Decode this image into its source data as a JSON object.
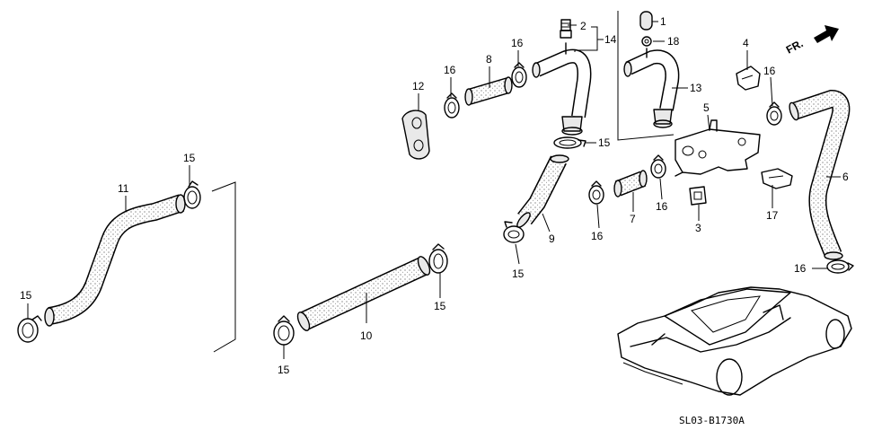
{
  "direction_label": "FR.",
  "drawing_code": "SL03-B1730A",
  "callouts": {
    "p1": "1",
    "p2": "2",
    "p3": "3",
    "p4": "4",
    "p5": "5",
    "p6": "6",
    "p7": "7",
    "p8": "8",
    "p9": "9",
    "p10": "10",
    "p11": "11",
    "p12": "12",
    "p13": "13",
    "p14": "14",
    "p15": "15",
    "p16": "16",
    "p17": "17",
    "p18": "18"
  }
}
